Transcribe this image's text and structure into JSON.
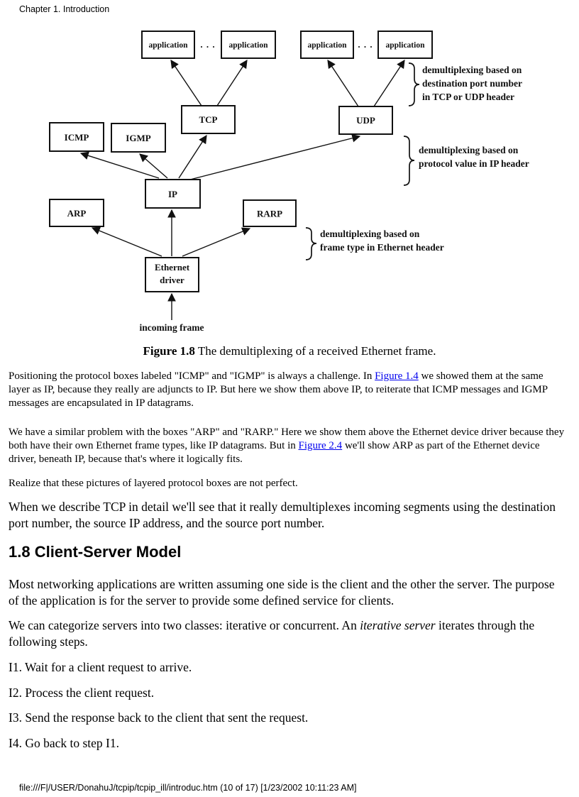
{
  "page": {
    "header": "Chapter 1. Introduction",
    "footer": "file:///F|/USER/DonahuJ/tcpip/tcpip_ill/introduc.htm (10 of 17) [1/23/2002 10:11:23 AM]"
  },
  "figure": {
    "caption_label": "Figure 1.8",
    "caption_text": " The demultiplexing of a received Ethernet frame.",
    "boxes": {
      "application": "application",
      "tcp": "TCP",
      "udp": "UDP",
      "icmp": "ICMP",
      "igmp": "IGMP",
      "ip": "IP",
      "arp": "ARP",
      "rarp": "RARP",
      "eth1": "Ethernet",
      "eth2": "driver"
    },
    "dots": ". . .",
    "incoming_frame": "incoming frame",
    "annotations": {
      "ports": [
        "demultiplexing based on",
        "destination port number",
        "in TCP or UDP header"
      ],
      "protocol": [
        "demultiplexing based on",
        "protocol value in IP header"
      ],
      "frame_type": [
        "demultiplexing based on",
        "frame type in Ethernet header"
      ]
    }
  },
  "content": {
    "para1": {
      "before": "Positioning the protocol boxes labeled \"ICMP\" and \"IGMP\" is always a challenge. In ",
      "link": "Figure 1.4",
      "after": " we showed them at the same layer as IP, because they really are adjuncts to IP. But here we show them above IP, to reiterate that ICMP messages and IGMP messages are encapsulated in IP datagrams."
    },
    "para2": {
      "before": "We have a similar problem with the boxes \"ARP\" and \"RARP.\" Here we show them above the Ethernet device driver because they both have their own Ethernet frame types, like IP datagrams. But in ",
      "link": "Figure 2.4",
      "after": " we'll show ARP as part of the Ethernet device driver, beneath IP, because that's where it logically fits."
    },
    "para3": "Realize that these pictures of layered protocol boxes are not perfect.",
    "para4": "When we describe TCP in detail we'll see that it really demultiplexes incoming segments using the destination port number, the source IP address, and the source port number.",
    "heading": "1.8 Client-Server Model",
    "para5": "Most networking applications are written assuming one side is the client and the other the server. The purpose of the application is for the server to provide some defined service for clients.",
    "para6": {
      "before": "We can categorize servers into two classes: iterative or concurrent. An ",
      "italic": "iterative server",
      "after": " iterates through the following steps."
    },
    "steps": [
      "I1. Wait for a client request to arrive.",
      "I2. Process the client request.",
      "I3. Send the response back to the client that sent the request.",
      "I4. Go back to step I1."
    ]
  },
  "colors": {
    "link": "#0000ee",
    "text": "#000000",
    "diagram_ink": "#111111"
  }
}
